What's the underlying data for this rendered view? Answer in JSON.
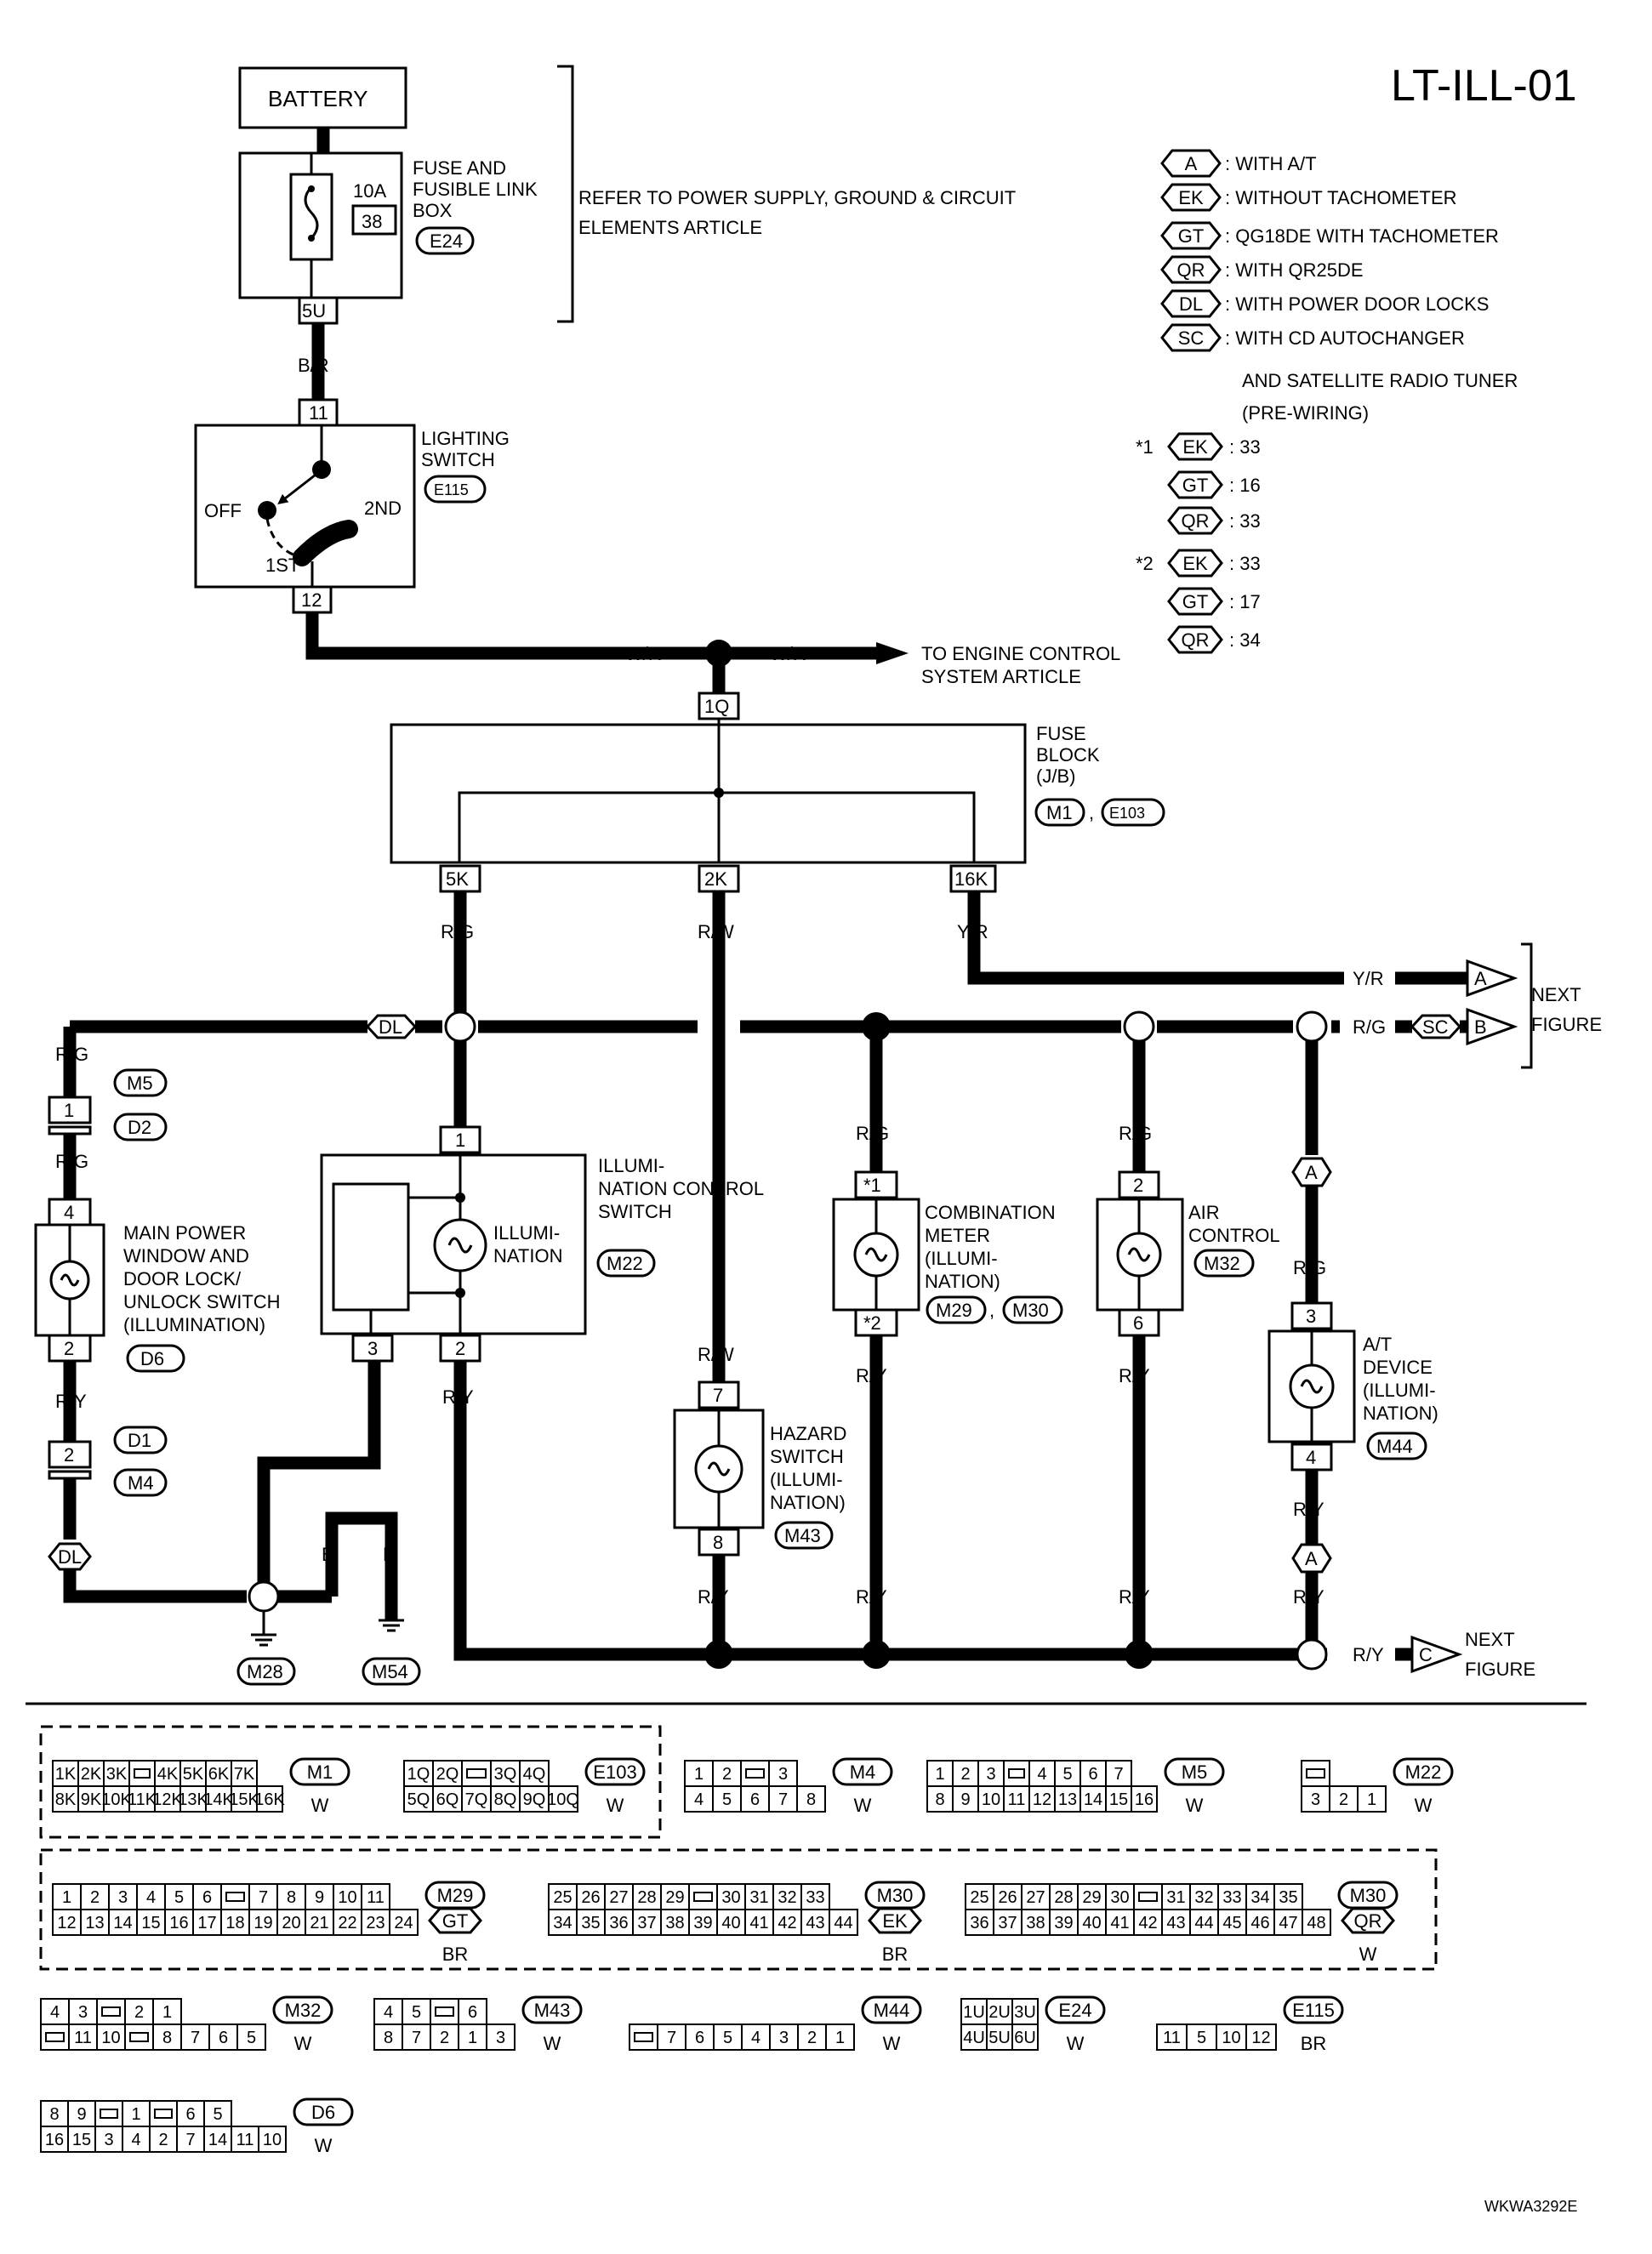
{
  "title": "LT-ILL-01",
  "footer_code": "WKWA3292E",
  "battery": {
    "label": "BATTERY"
  },
  "fuse_box": {
    "line1": "FUSE AND",
    "line2": "FUSIBLE LINK",
    "line3": "BOX",
    "rating": "10A",
    "number": "38",
    "connector": "E24",
    "terminal": "5U"
  },
  "refer_note": {
    "line1": "REFER TO POWER SUPPLY, GROUND & CIRCUIT",
    "line2": "ELEMENTS ARTICLE"
  },
  "legend": [
    {
      "tag": "A",
      "text": ": WITH A/T"
    },
    {
      "tag": "EK",
      "text": ": WITHOUT TACHOMETER"
    },
    {
      "tag": "GT",
      "text": ": QG18DE WITH TACHOMETER"
    },
    {
      "tag": "QR",
      "text": ": WITH QR25DE"
    },
    {
      "tag": "DL",
      "text": ": WITH POWER DOOR LOCKS"
    },
    {
      "tag": "SC",
      "text": ": WITH CD AUTOCHANGER"
    }
  ],
  "legend_extra": [
    "AND SATELLITE RADIO TUNER",
    "(PRE-WIRING)"
  ],
  "notes1": {
    "mark": "*1",
    "rows": [
      {
        "tag": "EK",
        "val": ": 33"
      },
      {
        "tag": "GT",
        "val": ": 16"
      },
      {
        "tag": "QR",
        "val": ": 33"
      }
    ]
  },
  "notes2": {
    "mark": "*2",
    "rows": [
      {
        "tag": "EK",
        "val": ": 33"
      },
      {
        "tag": "GT",
        "val": ": 17"
      },
      {
        "tag": "QR",
        "val": ": 34"
      }
    ]
  },
  "lighting_switch": {
    "line1": "LIGHTING",
    "line2": "SWITCH",
    "connector": "E115",
    "off": "OFF",
    "first": "1ST",
    "second": "2ND",
    "term_in": "11",
    "term_out": "12"
  },
  "wires": {
    "br": "B/R",
    "wr": "W/R",
    "rg": "R/G",
    "rw": "R/W",
    "yr": "Y/R",
    "ry": "R/Y",
    "b": "B"
  },
  "to_engine": {
    "line1": "TO ENGINE CONTROL",
    "line2": "SYSTEM ARTICLE"
  },
  "fuse_block": {
    "line1": "FUSE",
    "line2": "BLOCK",
    "line3": "(J/B)",
    "conn1": "M1",
    "conn2": "E103",
    "sep": ",",
    "t_in": "1Q",
    "t_left": "5K",
    "t_mid": "2K",
    "t_right": "16K"
  },
  "next_figure": {
    "line1": "NEXT",
    "line2": "FIGURE",
    "a": "A",
    "b": "B",
    "c": "C"
  },
  "dl_tag": "DL",
  "sc_tag": "SC",
  "a_tag": "A",
  "m5": "M5",
  "d2": "D2",
  "d1": "D1",
  "m4": "M4",
  "m28": "M28",
  "m54": "M54",
  "term_1": "1",
  "main_power": {
    "line1": "MAIN POWER",
    "line2": "WINDOW AND",
    "line3": "DOOR LOCK/",
    "line4": "UNLOCK SWITCH",
    "line5": "(ILLUMINATION)",
    "connector": "D6",
    "t_in": "4",
    "t_out": "2"
  },
  "d1_term": "2",
  "illum_switch": {
    "line1": "ILLUMI-",
    "line2": "NATION CONTROL",
    "line3": "SWITCH",
    "connector": "M22",
    "lamp1": "ILLUMI-",
    "lamp2": "NATION",
    "t_in": "1",
    "t_b": "3",
    "t_out": "2"
  },
  "hazard": {
    "line1": "HAZARD",
    "line2": "SWITCH",
    "line3": "(ILLUMI-",
    "line4": "NATION)",
    "connector": "M43",
    "t_in": "7",
    "t_out": "8"
  },
  "combo": {
    "line1": "COMBINATION",
    "line2": "METER",
    "line3": "(ILLUMI-",
    "line4": "NATION)",
    "conn1": "M29",
    "conn2": "M30",
    "sep": ",",
    "t_in": "*1",
    "t_out": "*2"
  },
  "air": {
    "line1": "AIR",
    "line2": "CONTROL",
    "connector": "M32",
    "t_in": "2",
    "t_out": "6"
  },
  "at_device": {
    "line1": "A/T",
    "line2": "DEVICE",
    "line3": "(ILLUMI-",
    "line4": "NATION)",
    "connector": "M44",
    "t_in": "3",
    "t_out": "4"
  },
  "connectors": {
    "m1": {
      "name": "M1",
      "color": "W",
      "row1": [
        "1K",
        "2K",
        "3K",
        "",
        "4K",
        "5K",
        "6K",
        "7K"
      ],
      "row2": [
        "8K",
        "9K",
        "10K",
        "11K",
        "12K",
        "13K",
        "14K",
        "15K",
        "16K"
      ]
    },
    "e103": {
      "name": "E103",
      "color": "W",
      "row1": [
        "1Q",
        "2Q",
        "",
        "3Q",
        "4Q"
      ],
      "row2": [
        "5Q",
        "6Q",
        "7Q",
        "8Q",
        "9Q",
        "10Q"
      ]
    },
    "m4": {
      "name": "M4",
      "color": "W",
      "row1": [
        "1",
        "2",
        "",
        "3"
      ],
      "row2": [
        "4",
        "5",
        "6",
        "7",
        "8"
      ]
    },
    "m5": {
      "name": "M5",
      "color": "W",
      "row1": [
        "1",
        "2",
        "3",
        "",
        "4",
        "5",
        "6",
        "7"
      ],
      "row2": [
        "8",
        "9",
        "10",
        "11",
        "12",
        "13",
        "14",
        "15",
        "16"
      ]
    },
    "m22": {
      "name": "M22",
      "color": "W",
      "row1": [
        ""
      ],
      "row2": [
        "3",
        "2",
        "1"
      ]
    },
    "m29": {
      "name": "M29",
      "tag": "GT",
      "color": "BR",
      "row1": [
        "1",
        "2",
        "3",
        "4",
        "5",
        "6",
        "",
        "7",
        "8",
        "9",
        "10",
        "11"
      ],
      "row2": [
        "12",
        "13",
        "14",
        "15",
        "16",
        "17",
        "18",
        "19",
        "20",
        "21",
        "22",
        "23",
        "24"
      ]
    },
    "m30a": {
      "name": "M30",
      "tag": "EK",
      "color": "BR",
      "row1": [
        "25",
        "26",
        "27",
        "28",
        "29",
        "",
        "30",
        "31",
        "32",
        "33"
      ],
      "row2": [
        "34",
        "35",
        "36",
        "37",
        "38",
        "39",
        "40",
        "41",
        "42",
        "43",
        "44"
      ]
    },
    "m30b": {
      "name": "M30",
      "tag": "QR",
      "color": "W",
      "row1": [
        "25",
        "26",
        "27",
        "28",
        "29",
        "30",
        "",
        "31",
        "32",
        "33",
        "34",
        "35"
      ],
      "row2": [
        "36",
        "37",
        "38",
        "39",
        "40",
        "41",
        "42",
        "43",
        "44",
        "45",
        "46",
        "47",
        "48"
      ]
    },
    "m32": {
      "name": "M32",
      "color": "W",
      "row1": [
        "4",
        "3",
        "",
        "2",
        "1"
      ],
      "row2": [
        "",
        "11",
        "10",
        "",
        "8",
        "7",
        "6",
        "5"
      ]
    },
    "m43": {
      "name": "M43",
      "color": "W",
      "row1": [
        "4",
        "5",
        "",
        "6"
      ],
      "row2": [
        "8",
        "7",
        "2",
        "1",
        "3"
      ]
    },
    "m44": {
      "name": "M44",
      "color": "W",
      "row2": [
        "",
        "7",
        "6",
        "5",
        "4",
        "3",
        "2",
        "1"
      ]
    },
    "e24": {
      "name": "E24",
      "color": "W",
      "row1": [
        "1U",
        "2U",
        "3U"
      ],
      "row2": [
        "4U",
        "5U",
        "6U"
      ]
    },
    "e115": {
      "name": "E115",
      "color": "BR",
      "row2": [
        "11",
        "5",
        "10",
        "12"
      ]
    },
    "d6": {
      "name": "D6",
      "color": "W",
      "row1": [
        "8",
        "9",
        "",
        "1",
        "",
        "6",
        "5"
      ],
      "row2": [
        "16",
        "15",
        "3",
        "4",
        "2",
        "7",
        "14",
        "11",
        "10"
      ]
    }
  }
}
